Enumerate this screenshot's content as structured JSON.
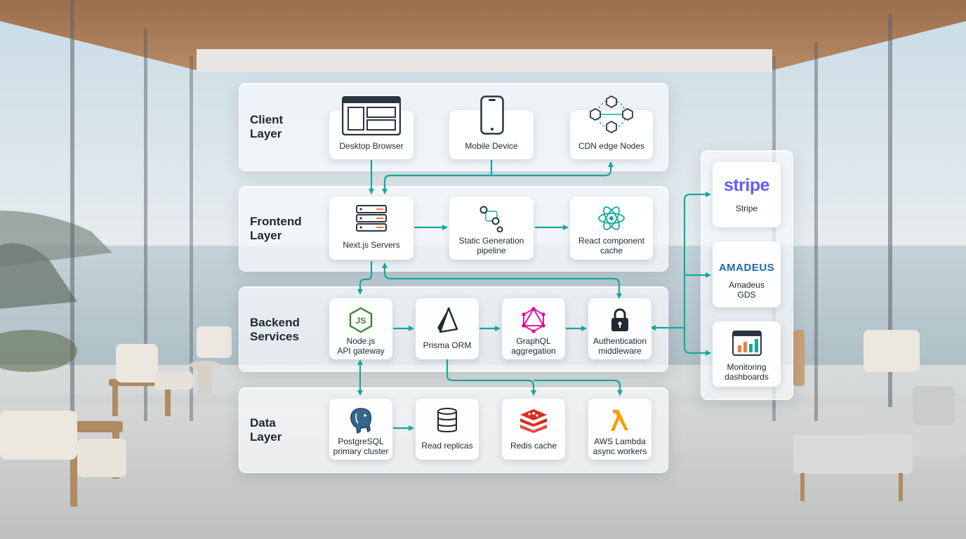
{
  "layers": {
    "client": {
      "line1": "Client",
      "line2": "Layer"
    },
    "frontend": {
      "line1": "Frontend",
      "line2": "Layer"
    },
    "backend": {
      "line1": "Backend",
      "line2": "Services"
    },
    "data": {
      "line1": "Data",
      "line2": "Layer"
    }
  },
  "nodes": {
    "desktop_browser": {
      "line1": "Desktop Browser"
    },
    "mobile_device": {
      "line1": "Mobile Device"
    },
    "cdn_edge": {
      "line1": "CDN edge Nodes"
    },
    "nextjs": {
      "line1": "Next.js Servers"
    },
    "static_gen": {
      "line1": "Static Generation",
      "line2": "pipeline"
    },
    "react_cache": {
      "line1": "React component",
      "line2": "cache"
    },
    "node_api": {
      "line1": "Node.js",
      "line2": "API gateway"
    },
    "prisma": {
      "line1": "Prisma ORM"
    },
    "graphql": {
      "line1": "GraphQL",
      "line2": "aggregation"
    },
    "auth": {
      "line1": "Authentication",
      "line2": "middleware"
    },
    "postgres": {
      "line1": "PostgreSQL",
      "line2": "primary cluster"
    },
    "replicas": {
      "line1": "Read replicas"
    },
    "redis": {
      "line1": "Redis cache"
    },
    "lambda": {
      "line1": "AWS Lambda",
      "line2": "async workers"
    },
    "stripe": {
      "logo": "stripe",
      "line1": "Stripe"
    },
    "amadeus": {
      "logo": "amadeus",
      "line1": "Amadeus",
      "line2": "GDS"
    },
    "monitoring": {
      "line1": "Monitoring",
      "line2": "dashboards"
    }
  },
  "colors": {
    "connector": "#17a89a",
    "stripe": "#635bff",
    "amadeus": "#1c6aa5",
    "redis": "#d82c20",
    "lambda": "#ff9900",
    "node": "#3c873a",
    "postgres": "#336791"
  },
  "icons": {
    "desktop_browser": "browser-window-icon",
    "mobile_device": "smartphone-icon",
    "cdn_edge": "network-cubes-icon",
    "nextjs": "server-stack-icon",
    "static_gen": "pipeline-nodes-icon",
    "react_cache": "react-atom-icon",
    "node_api": "nodejs-hexagon-icon",
    "prisma": "prisma-triangle-icon",
    "graphql": "graphql-icon",
    "auth": "padlock-icon",
    "postgres": "postgresql-elephant-icon",
    "replicas": "database-cylinder-icon",
    "redis": "redis-stack-icon",
    "lambda": "aws-lambda-icon",
    "monitoring": "dashboard-chart-icon"
  }
}
